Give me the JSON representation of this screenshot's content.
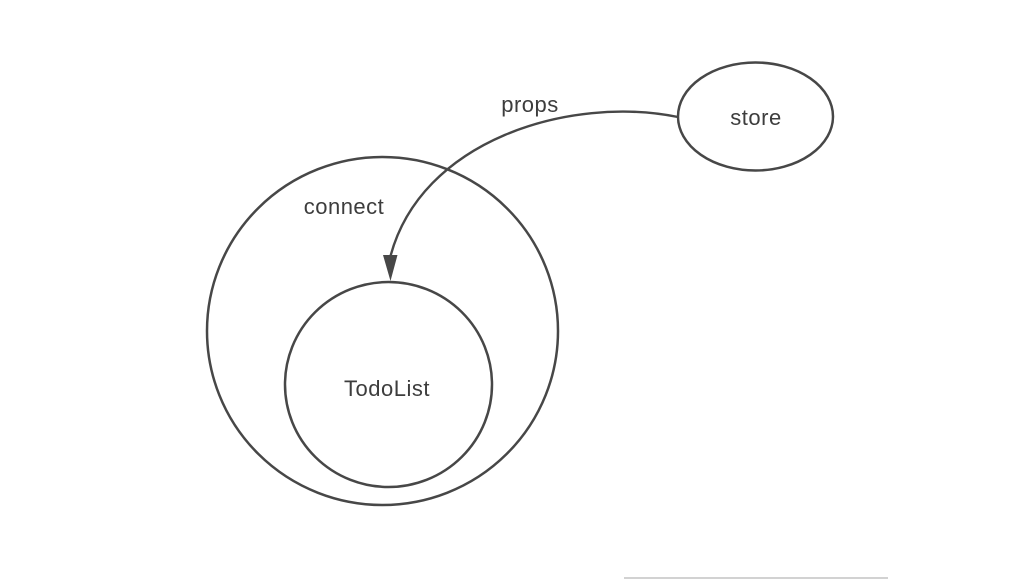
{
  "diagram": {
    "store_node": {
      "label": "store"
    },
    "connect_boundary": {
      "label": "connect"
    },
    "todolist_node": {
      "label": "TodoList"
    },
    "props_arrow": {
      "label": "props"
    }
  },
  "colors": {
    "stroke": "#474747",
    "text": "#3d3d3d",
    "divider": "#d2d2d2",
    "background": "#ffffff"
  }
}
